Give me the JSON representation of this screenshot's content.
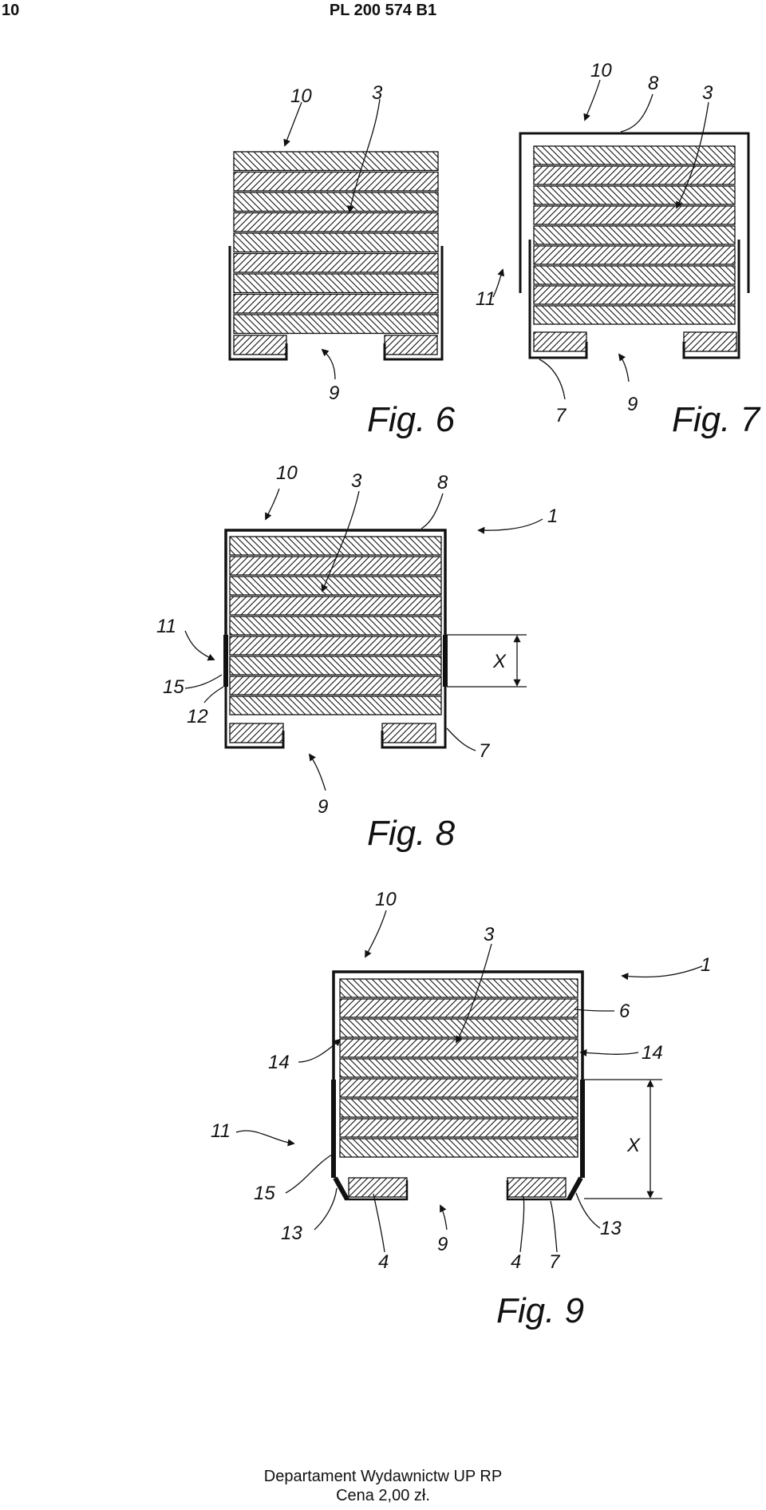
{
  "header": {
    "page_number": "10",
    "publication": "PL 200 574 B1"
  },
  "figures": [
    {
      "caption": "Fig. 6",
      "labels": [
        "10",
        "3",
        "9"
      ]
    },
    {
      "caption": "Fig. 7",
      "labels": [
        "10",
        "8",
        "3",
        "11",
        "7",
        "9"
      ]
    },
    {
      "caption": "Fig. 8",
      "labels": [
        "10",
        "3",
        "8",
        "1",
        "11",
        "X",
        "15",
        "12",
        "7",
        "9"
      ]
    },
    {
      "caption": "Fig. 9",
      "labels": [
        "10",
        "3",
        "1",
        "6",
        "14",
        "14",
        "X",
        "11",
        "15",
        "13",
        "13",
        "4",
        "9",
        "4",
        "7"
      ]
    }
  ],
  "footer": {
    "line1": "Departament Wydawnictw UP RP",
    "line2": "Cena 2,00 zł."
  }
}
